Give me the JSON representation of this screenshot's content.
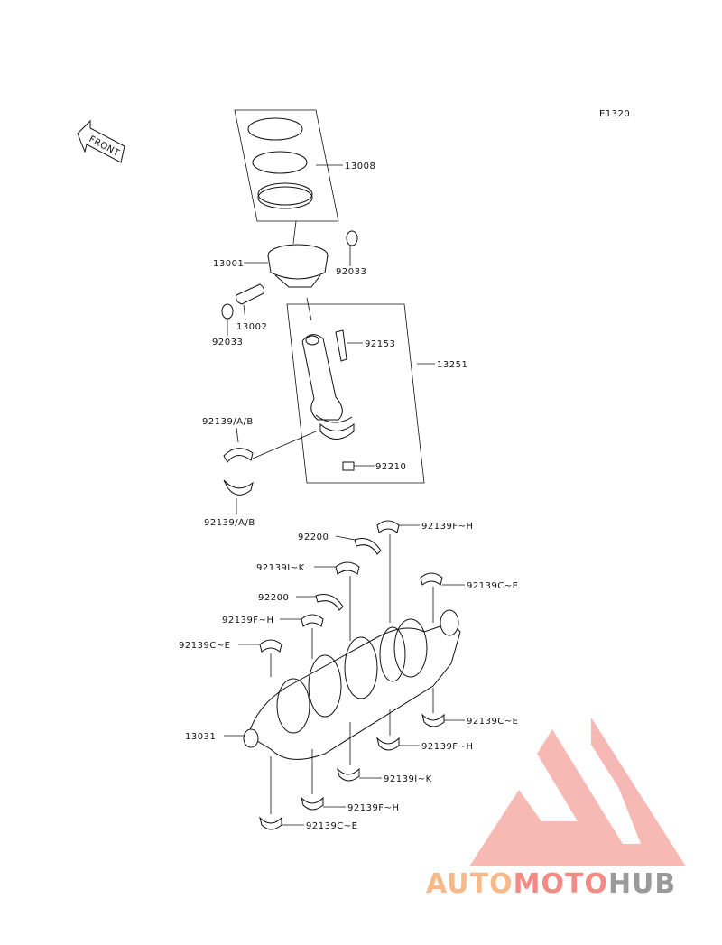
{
  "diagram_code": "E1320",
  "front_arrow_label": "FRONT",
  "parts": {
    "piston_ring_set": "13008",
    "piston": "13001",
    "piston_pin": "13002",
    "circlip_right": "92033",
    "circlip_left": "92033",
    "conrod_bolt": "92153",
    "conrod_assembly": "13251",
    "conrod_nut": "92210",
    "conrod_bearing_upper": "92139/A/B",
    "conrod_bearing_lower": "92139/A/B",
    "crankshaft": "13031",
    "thrust_washer_1": "92200",
    "thrust_washer_2": "92200",
    "main_bearing_fh_top": "92139F~H",
    "main_bearing_ik_top": "92139I~K",
    "main_bearing_ce_right_top": "92139C~E",
    "main_bearing_fh_left": "92139F~H",
    "main_bearing_ce_left": "92139C~E",
    "main_bearing_ce_right_bottom": "92139C~E",
    "main_bearing_fh_bottom_1": "92139F~H",
    "main_bearing_ik_bottom": "92139I~K",
    "main_bearing_fh_bottom_2": "92139F~H",
    "main_bearing_ce_bottom": "92139C~E"
  },
  "watermark": {
    "part1": "AUTO",
    "part2": "MOTO",
    "part3": "HUB",
    "color1": "#f5b98a",
    "color2": "#f28b84",
    "color3": "#9a9a9a"
  }
}
